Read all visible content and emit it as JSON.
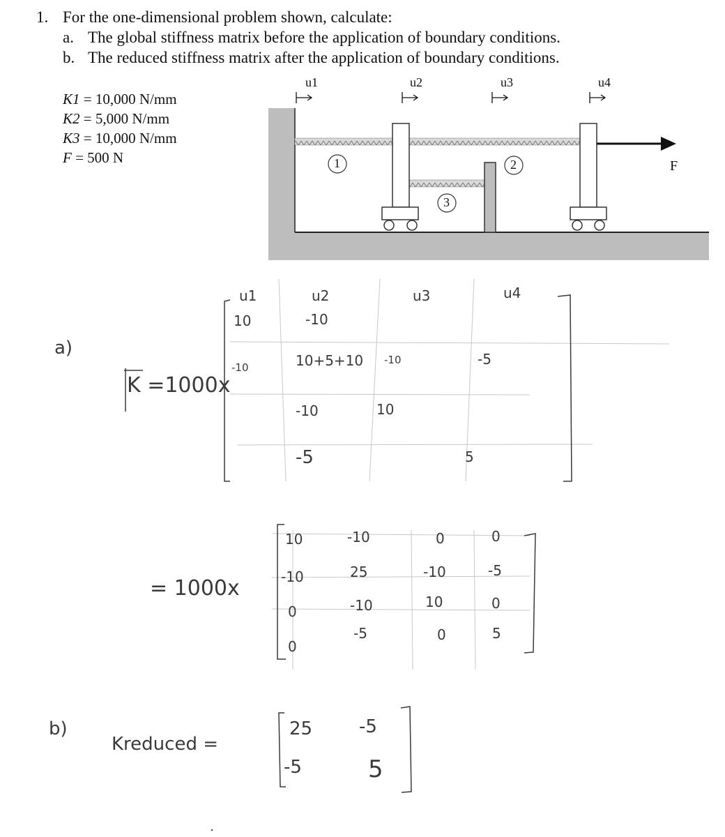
{
  "question": {
    "number": "1.",
    "prompt": "For the one-dimensional problem shown, calculate:",
    "part_a": {
      "label": "a.",
      "text": "The global stiffness matrix before the application of boundary conditions."
    },
    "part_b": {
      "label": "b.",
      "text": "The reduced stiffness matrix after the application of boundary conditions."
    }
  },
  "parameters": [
    {
      "name": "K1",
      "value": " = 10,000 N/mm"
    },
    {
      "name": "K2",
      "value": " = 5,000 N/mm"
    },
    {
      "name": "K3",
      "value": " = 10,000 N/mm"
    },
    {
      "name": "F",
      "value": " = 500 N"
    }
  ],
  "figure": {
    "dof_labels": [
      "u1",
      "u2",
      "u3",
      "u4"
    ],
    "element_labels": [
      "1",
      "2",
      "3"
    ],
    "force_label": "F"
  },
  "solution_a": {
    "part_label": "a)",
    "lhs": "K =1000x",
    "column_headers": [
      "u1",
      "u2",
      "u3",
      "u4"
    ],
    "assembly_rows": [
      [
        "10",
        "-10",
        "",
        ""
      ],
      [
        "-10",
        "10+5+10",
        "-10",
        "-5"
      ],
      [
        "",
        "-10",
        "10",
        ""
      ],
      [
        "",
        "-5",
        "",
        "5"
      ]
    ],
    "equals_prefix": "= 1000x",
    "matrix": [
      [
        "10",
        "-10",
        "0",
        "0"
      ],
      [
        "-10",
        "25",
        "-10",
        "-5"
      ],
      [
        "0",
        "-10",
        "10",
        "0"
      ],
      [
        "0",
        "-5",
        "0",
        "5"
      ]
    ]
  },
  "solution_b": {
    "part_label": "b)",
    "lhs": "Kreduced =",
    "matrix": [
      [
        "25",
        "-5"
      ],
      [
        "-5",
        "5"
      ]
    ]
  }
}
